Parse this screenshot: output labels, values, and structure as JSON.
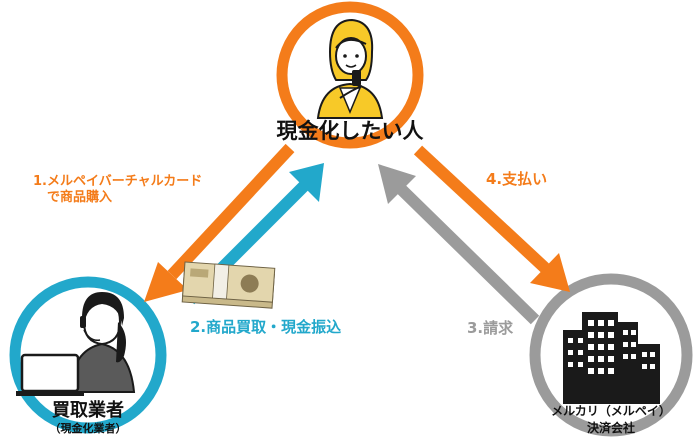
{
  "colors": {
    "orange": "#F47C1A",
    "blue": "#22A8CB",
    "gray": "#9B9B9B",
    "yellow": "#F7C928",
    "dark": "#1a1a1a"
  },
  "nodes": {
    "top": {
      "label": "現金化したい人"
    },
    "left": {
      "label": "買取業者",
      "sublabel": "（現金化業者）"
    },
    "right": {
      "label": "メルカリ（メルペイ）",
      "sublabel": "決済会社"
    }
  },
  "steps": {
    "step1_line1": "1.メルペイバーチャルカード",
    "step1_line2": "で商品購入",
    "step2": "2.商品買取・現金振込",
    "step3": "3.請求",
    "step4": "4.支払い"
  }
}
